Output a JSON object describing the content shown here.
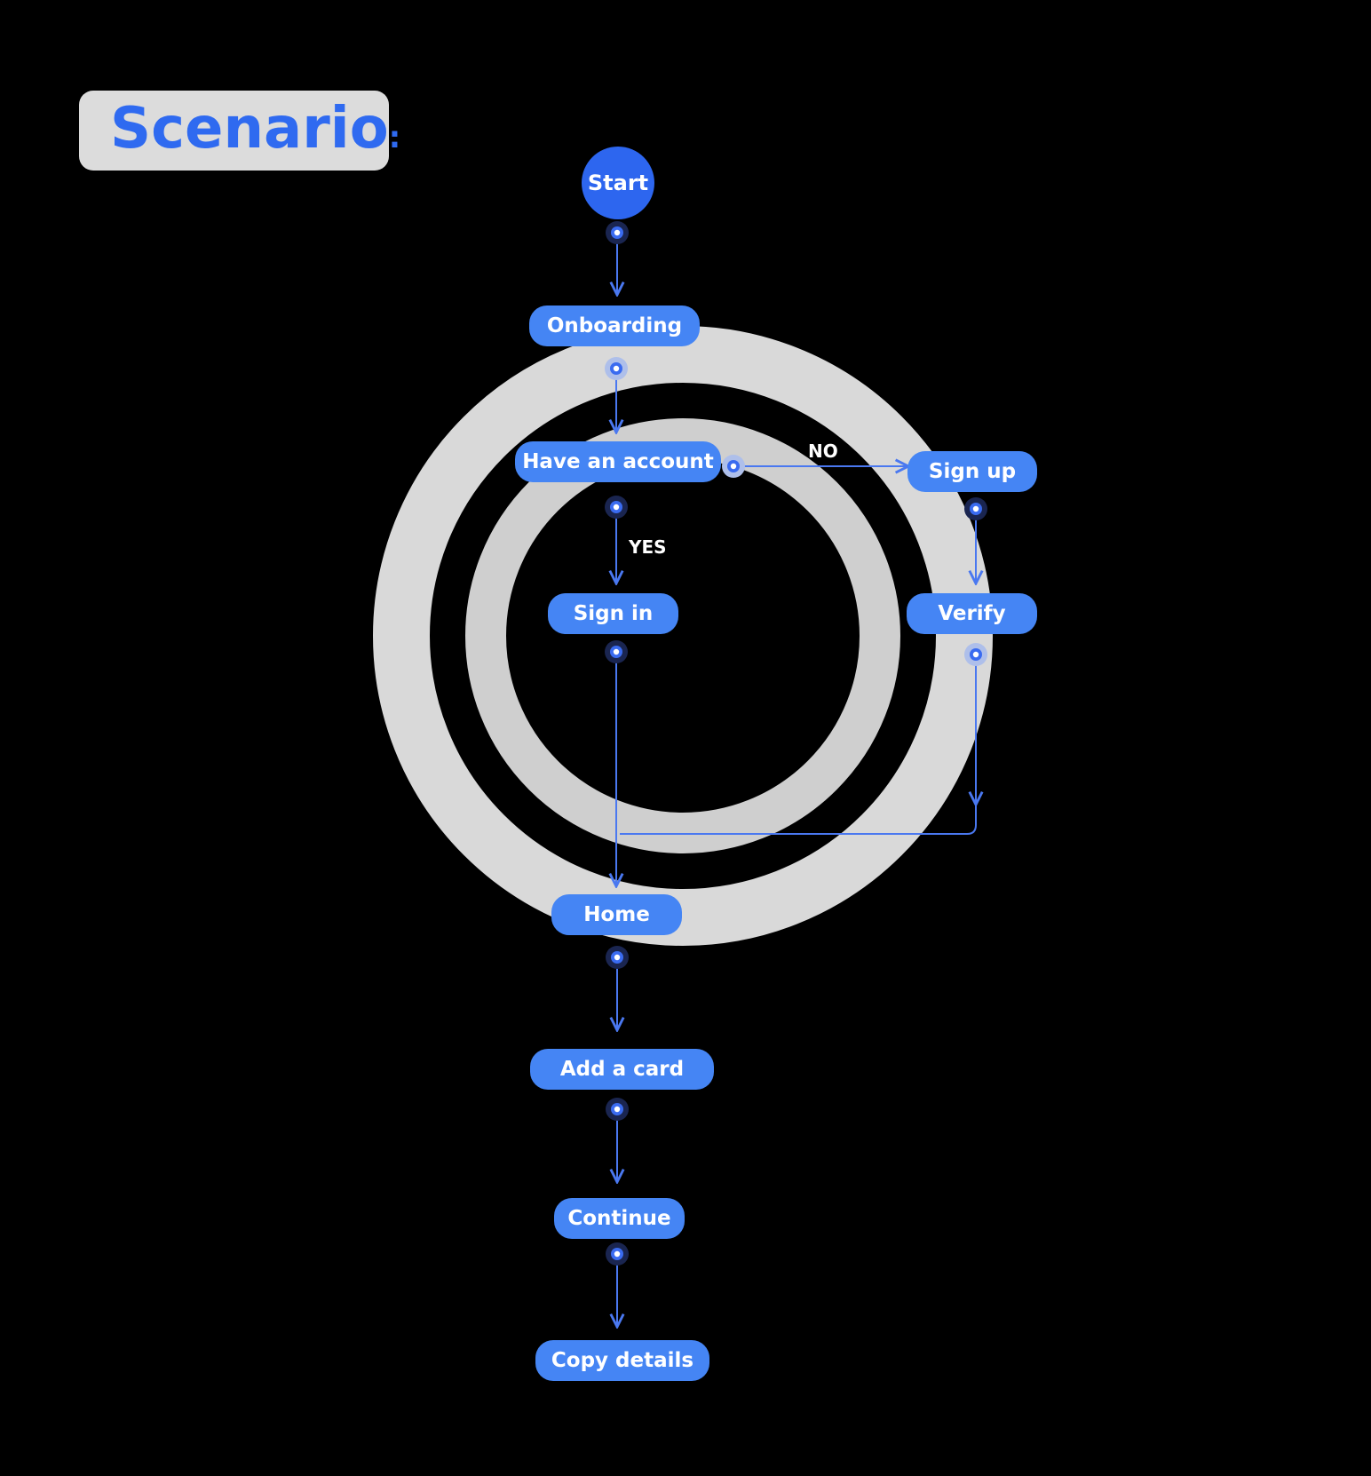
{
  "title": {
    "text": "Scenario",
    "colon": ":"
  },
  "colors": {
    "node": "#4585f4",
    "start": "#2d66ef",
    "title": "#2f6af0",
    "ring_outer": "#d9d9d9",
    "ring_inner": "#cfcfcf",
    "edge": "#4a78f0"
  },
  "nodes": {
    "start": "Start",
    "onboarding": "Onboarding",
    "have_account": "Have an account",
    "sign_up": "Sign up",
    "sign_in": "Sign in",
    "verify": "Verify",
    "home": "Home",
    "add_card": "Add a card",
    "continue": "Continue",
    "copy_details": "Copy details"
  },
  "edge_labels": {
    "no": "NO",
    "yes": "YES"
  }
}
